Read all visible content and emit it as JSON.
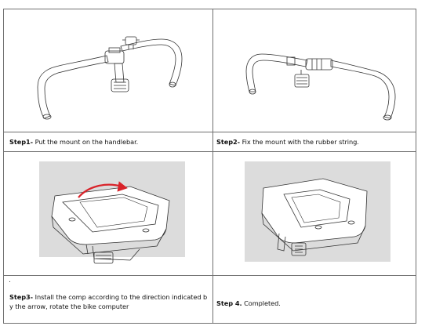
{
  "steps": [
    {
      "label": "Step1-",
      "text": " Put the mount on the handlebar."
    },
    {
      "label": "Step2-",
      "text": " Fix the mount with the rubber string."
    },
    {
      "label": "Step3-",
      "text": " Install the comp according to the direction indicated b",
      "text2": "y the arrow, rotate the bike computer",
      "marker": "."
    },
    {
      "label": "Step 4.",
      "text": " Completed."
    }
  ]
}
